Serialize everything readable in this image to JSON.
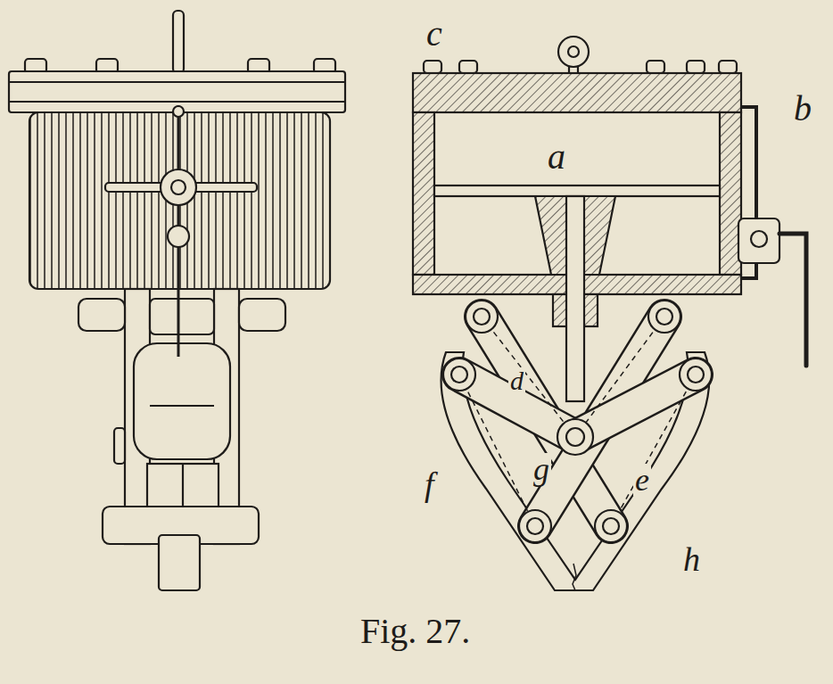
{
  "diagram": {
    "caption": "Fig. 27.",
    "labels": [
      "c",
      "a",
      "b",
      "d",
      "f",
      "g",
      "e",
      "h"
    ]
  }
}
